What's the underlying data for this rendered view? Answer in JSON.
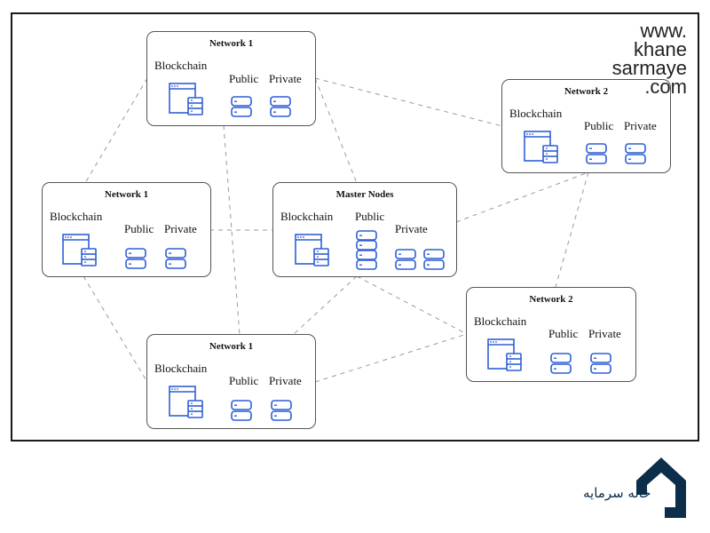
{
  "watermark": {
    "line1": "www.",
    "line2": "khane",
    "line3": "sarmaye",
    "line4": ".com"
  },
  "logo_text": "خانه سرمایه",
  "icons": {
    "blockchain": "blockchain-window-icon",
    "server": "server-icon"
  },
  "colors": {
    "icon": "#2f5fd6",
    "frame": "#1a1a1a",
    "connector": "#999999"
  },
  "nodes": {
    "top_left": {
      "title": "Network 1",
      "blockchain": "Blockchain",
      "public": "Public",
      "private": "Private"
    },
    "right_top": {
      "title": "Network 2",
      "blockchain": "Blockchain",
      "public": "Public",
      "private": "Private"
    },
    "mid_left": {
      "title": "Network 1",
      "blockchain": "Blockchain",
      "public": "Public",
      "private": "Private"
    },
    "master": {
      "title": "Master Nodes",
      "blockchain": "Blockchain",
      "public": "Public",
      "private": "Private"
    },
    "right_bottom": {
      "title": "Network 2",
      "blockchain": "Blockchain",
      "public": "Public",
      "private": "Private"
    },
    "bottom": {
      "title": "Network 1",
      "blockchain": "Blockchain",
      "public": "Public",
      "private": "Private"
    }
  }
}
